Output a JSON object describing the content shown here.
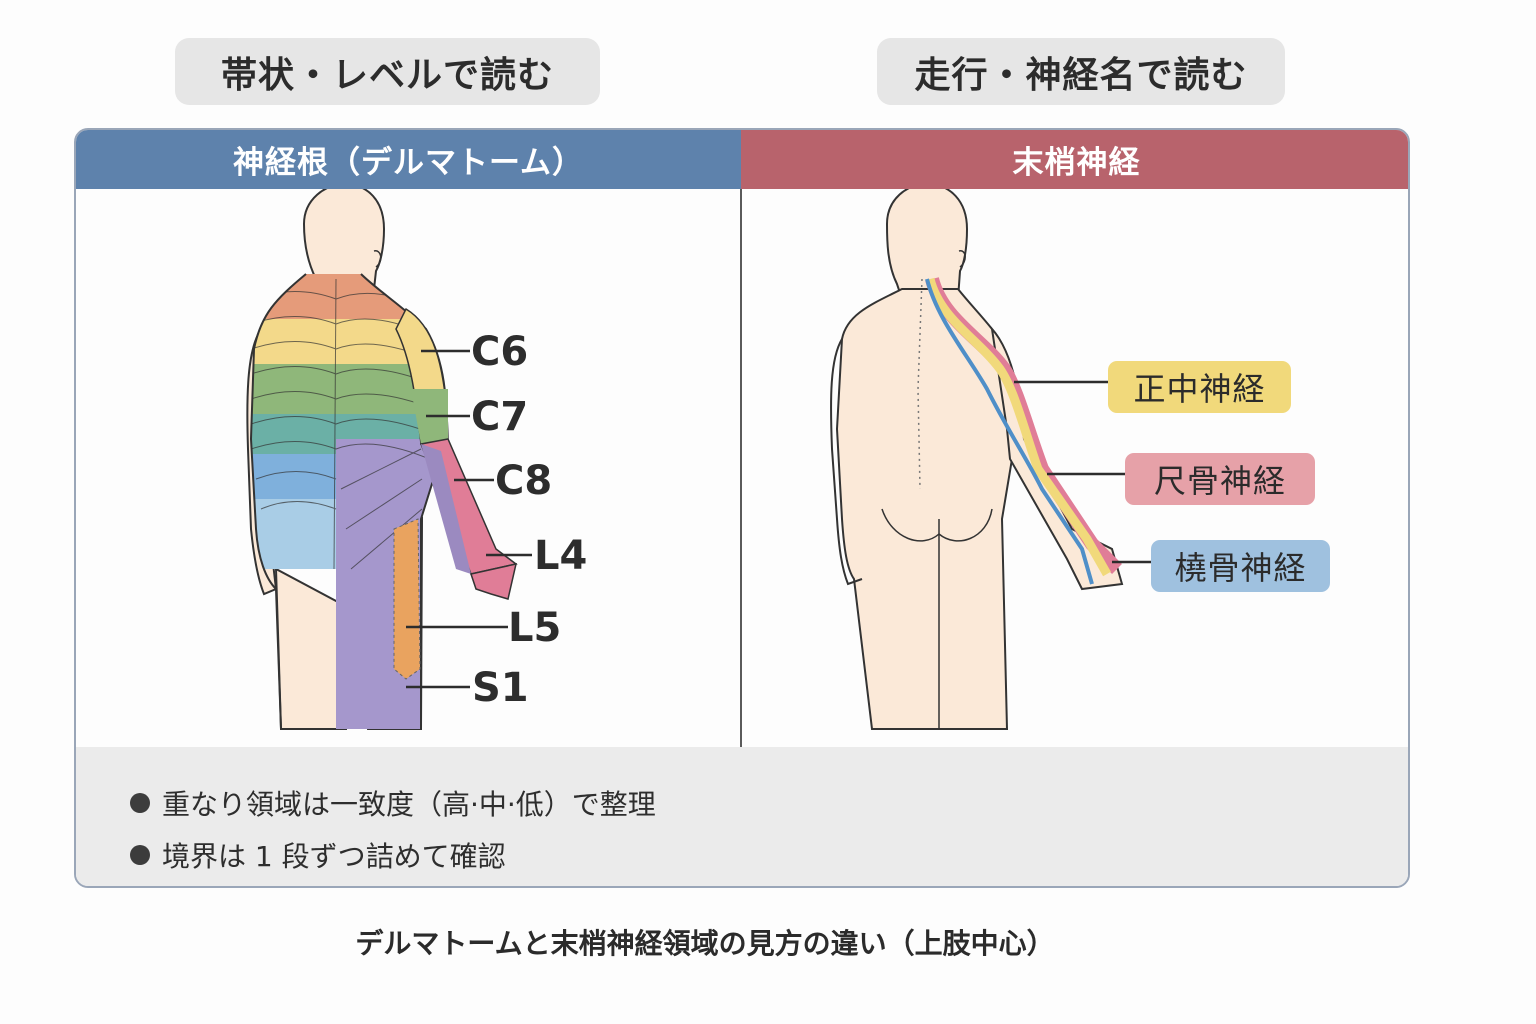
{
  "modes": {
    "left": "帯状・レベルで読む",
    "right": "走行・神経名で読む"
  },
  "panels": {
    "left": {
      "title": "神経根（デルマトーム）",
      "color": "#5e82ac",
      "labels": [
        "C6",
        "C7",
        "C8",
        "L4",
        "L5",
        "S1"
      ]
    },
    "right": {
      "title": "末梢神経",
      "color": "#b8636c",
      "nerves": [
        {
          "label": "正中神経",
          "color": "#f1d97b"
        },
        {
          "label": "尺骨神経",
          "color": "#e6a1a8"
        },
        {
          "label": "橈骨神経",
          "color": "#9fc1df"
        }
      ]
    }
  },
  "notes": [
    "重なり領域は一致度（高·中·低）で整理",
    "境界は 1 段ずつ詰めて確認"
  ],
  "caption": "デルマトームと末梢神経領域の見方の違い（上肢中心）"
}
